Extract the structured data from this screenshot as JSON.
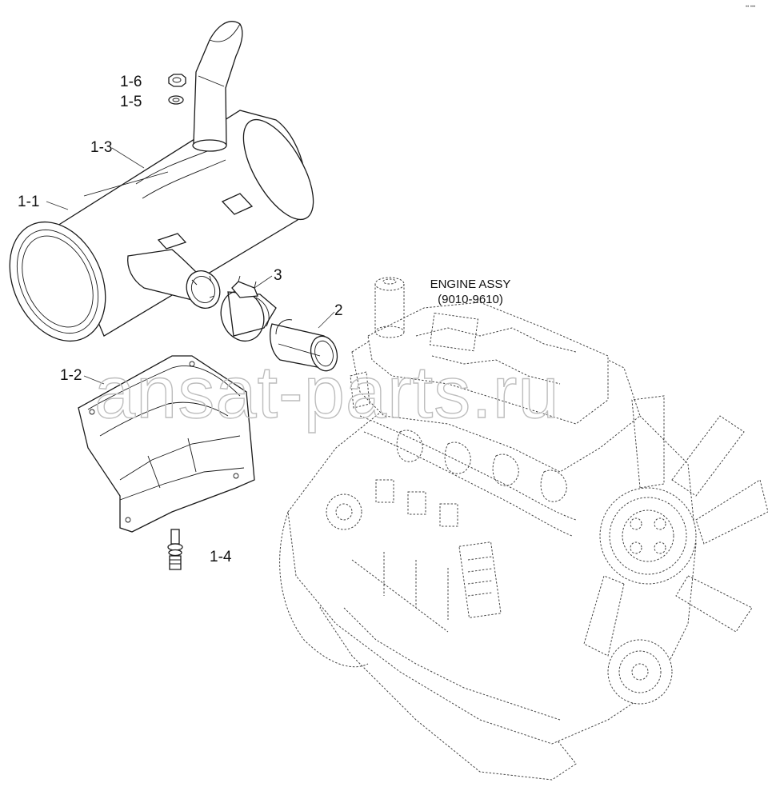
{
  "engine_label": {
    "line1": "ENGINE ASSY",
    "line2": "(9010-9610)"
  },
  "callouts": [
    {
      "id": "1-6",
      "text": "1-6"
    },
    {
      "id": "1-5",
      "text": "1-5"
    },
    {
      "id": "1-3",
      "text": "1-3"
    },
    {
      "id": "1-1",
      "text": "1-1"
    },
    {
      "id": "3",
      "text": "3"
    },
    {
      "id": "2",
      "text": "2"
    },
    {
      "id": "1-2",
      "text": "1-2"
    },
    {
      "id": "1-4",
      "text": "1-4"
    }
  ],
  "watermark": "ansat-parts.ru",
  "corner_mark": "•• •••"
}
